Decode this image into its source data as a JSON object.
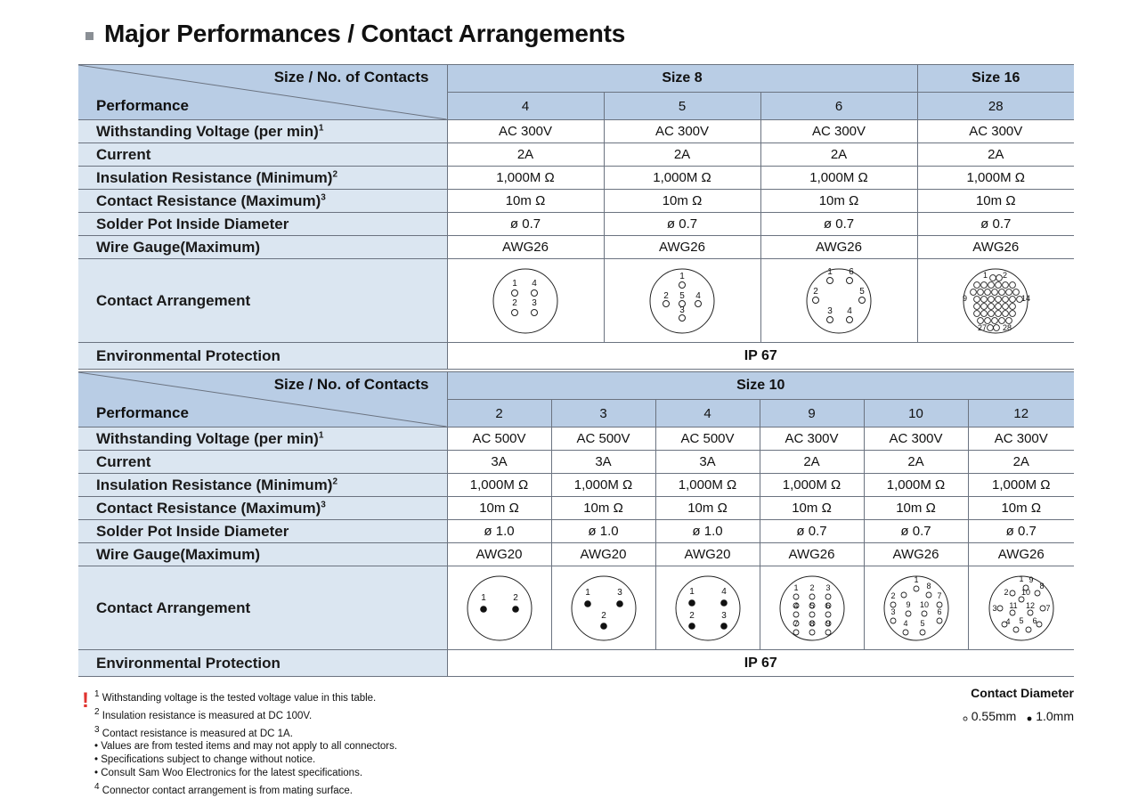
{
  "title": "Major Performances / Contact Arrangements",
  "labels": {
    "size_contacts": "Size / No. of Contacts",
    "performance": "Performance",
    "withstanding": "Withstanding Voltage (per min)",
    "withstanding_sup": "1",
    "current": "Current",
    "insulation": "Insulation Resistance (Minimum)",
    "insulation_sup": "2",
    "contact_res": "Contact Resistance (Maximum)",
    "contact_res_sup": "3",
    "solder": "Solder Pot Inside Diameter",
    "wire": "Wire Gauge(Maximum)",
    "arrangement": "Contact Arrangement",
    "env": "Environmental Protection"
  },
  "table1": {
    "groups": [
      "Size 8",
      "Size 16"
    ],
    "columns": [
      "4",
      "5",
      "6",
      "28"
    ],
    "voltage": [
      "AC 300V",
      "AC 300V",
      "AC 300V",
      "AC 300V"
    ],
    "current": [
      "2A",
      "2A",
      "2A",
      "2A"
    ],
    "insulation": [
      "1,000M Ω",
      "1,000M Ω",
      "1,000M Ω",
      "1,000M Ω"
    ],
    "contact": [
      "10m Ω",
      "10m Ω",
      "10m Ω",
      "10m Ω"
    ],
    "solder": [
      "ø 0.7",
      "ø 0.7",
      "ø 0.7",
      "ø 0.7"
    ],
    "wire": [
      "AWG26",
      "AWG26",
      "AWG26",
      "AWG26"
    ],
    "env": "IP 67",
    "diagram_labels": {
      "d28": [
        "1",
        "2",
        "9",
        "14",
        "27",
        "28"
      ]
    }
  },
  "table2": {
    "group": "Size 10",
    "columns": [
      "2",
      "3",
      "4",
      "9",
      "10",
      "12"
    ],
    "voltage": [
      "AC 500V",
      "AC 500V",
      "AC 500V",
      "AC 300V",
      "AC 300V",
      "AC 300V"
    ],
    "current": [
      "3A",
      "3A",
      "3A",
      "2A",
      "2A",
      "2A"
    ],
    "insulation": [
      "1,000M Ω",
      "1,000M Ω",
      "1,000M Ω",
      "1,000M Ω",
      "1,000M Ω",
      "1,000M Ω"
    ],
    "contact": [
      "10m Ω",
      "10m Ω",
      "10m Ω",
      "10m Ω",
      "10m Ω",
      "10m Ω"
    ],
    "solder": [
      "ø 1.0",
      "ø 1.0",
      "ø 1.0",
      "ø 0.7",
      "ø 0.7",
      "ø 0.7"
    ],
    "wire": [
      "AWG20",
      "AWG20",
      "AWG20",
      "AWG26",
      "AWG26",
      "AWG26"
    ],
    "env": "IP 67"
  },
  "notes": {
    "exclaim": "!",
    "n1_sup": "1",
    "n1": "Withstanding voltage is the tested voltage value in this table.",
    "n2_sup": "2",
    "n2": "Insulation resistance is measured at DC 100V.",
    "n3_sup": "3",
    "n3": "Contact resistance is measured at DC 1A.",
    "b1": "• Values are from tested items and may not apply to all connectors.",
    "b2": "• Specifications subject to change without notice.",
    "b3": "• Consult Sam Woo Electronics for the latest specifications.",
    "n4_sup": "4",
    "n4": "Connector contact arrangement is from mating surface."
  },
  "contact_diameter": {
    "title": "Contact Diameter",
    "small": "0.55mm",
    "large": "1.0mm"
  }
}
